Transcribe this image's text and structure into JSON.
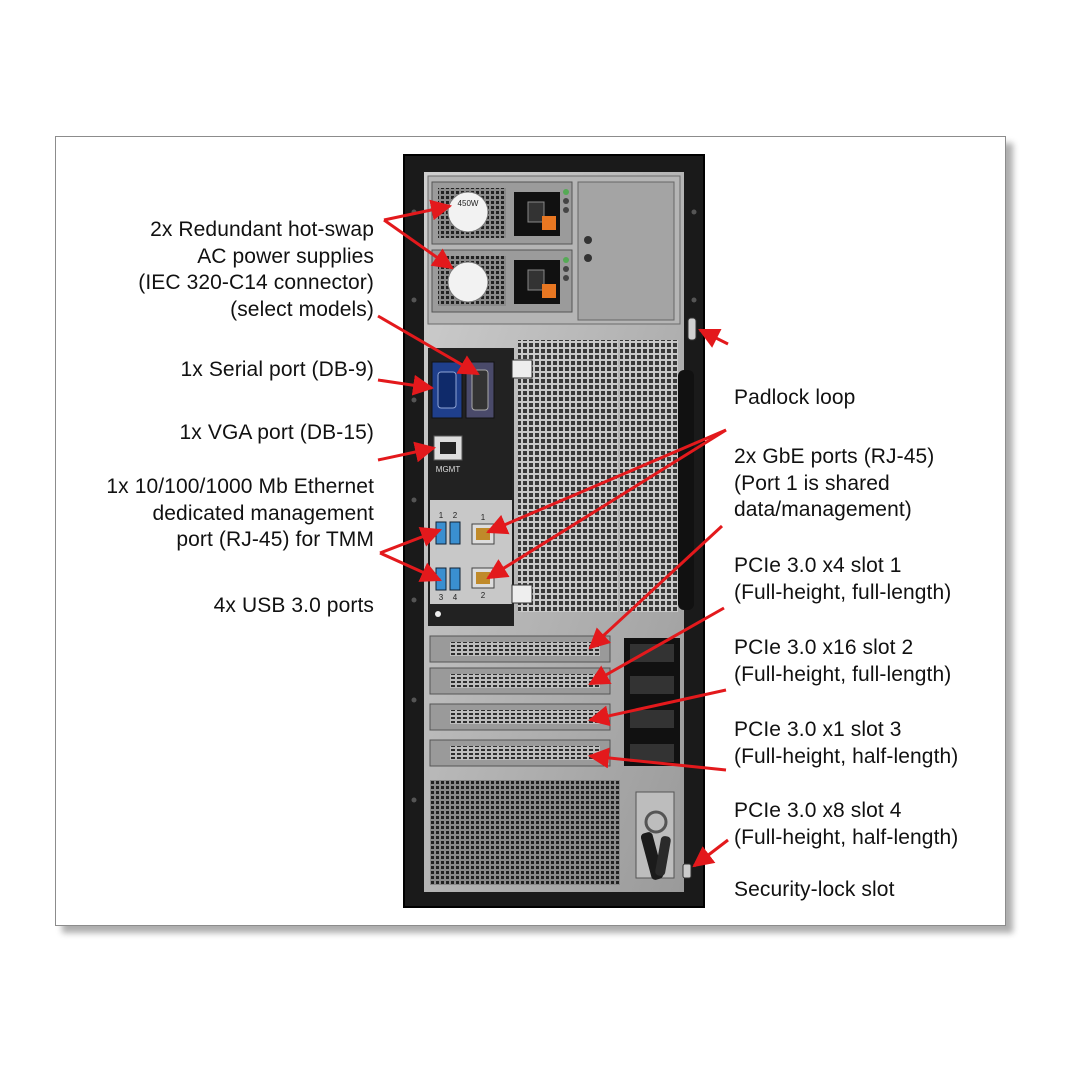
{
  "callouts_left": [
    {
      "id": "psu",
      "lines": [
        "2x Redundant hot-swap",
        "AC power supplies",
        "(IEC 320-C14 connector)",
        "(select models)"
      ]
    },
    {
      "id": "serial",
      "lines": [
        "1x Serial port (DB-9)"
      ]
    },
    {
      "id": "vga",
      "lines": [
        "1x VGA port (DB-15)"
      ]
    },
    {
      "id": "mgmt",
      "lines": [
        "1x 10/100/1000 Mb Ethernet",
        "dedicated management",
        "port (RJ-45) for TMM"
      ]
    },
    {
      "id": "usb",
      "lines": [
        "4x USB 3.0 ports"
      ]
    }
  ],
  "callouts_right": [
    {
      "id": "padlock",
      "lines": [
        "Padlock loop"
      ]
    },
    {
      "id": "gbe",
      "lines": [
        "2x GbE ports (RJ-45)",
        "(Port 1 is shared",
        "data/management)"
      ]
    },
    {
      "id": "slot1",
      "lines": [
        "PCIe 3.0 x4 slot 1",
        "(Full-height, full-length)"
      ]
    },
    {
      "id": "slot2",
      "lines": [
        "PCIe 3.0 x16 slot 2",
        "(Full-height, full-length)"
      ]
    },
    {
      "id": "slot3",
      "lines": [
        "PCIe 3.0 x1 slot 3",
        "(Full-height, half-length)"
      ]
    },
    {
      "id": "slot4",
      "lines": [
        "PCIe 3.0 x8 slot 4",
        "(Full-height, half-length)"
      ]
    },
    {
      "id": "seclock",
      "lines": [
        "Security-lock slot"
      ]
    }
  ],
  "panel_markings": {
    "psu_rating": "450W",
    "mgmt": "MGMT",
    "usb_top": [
      "1",
      "2"
    ],
    "usb_bottom": [
      "3",
      "4"
    ],
    "eth_ports": [
      "1",
      "2"
    ]
  },
  "colors": {
    "arrow": "#e3191c",
    "chassis": "#1a1a1a",
    "panel_metal": "#a8a8a8",
    "vga_blue": "#1f3f8c",
    "usb_blue": "#3a8fd0",
    "power_orange": "#e87722"
  }
}
